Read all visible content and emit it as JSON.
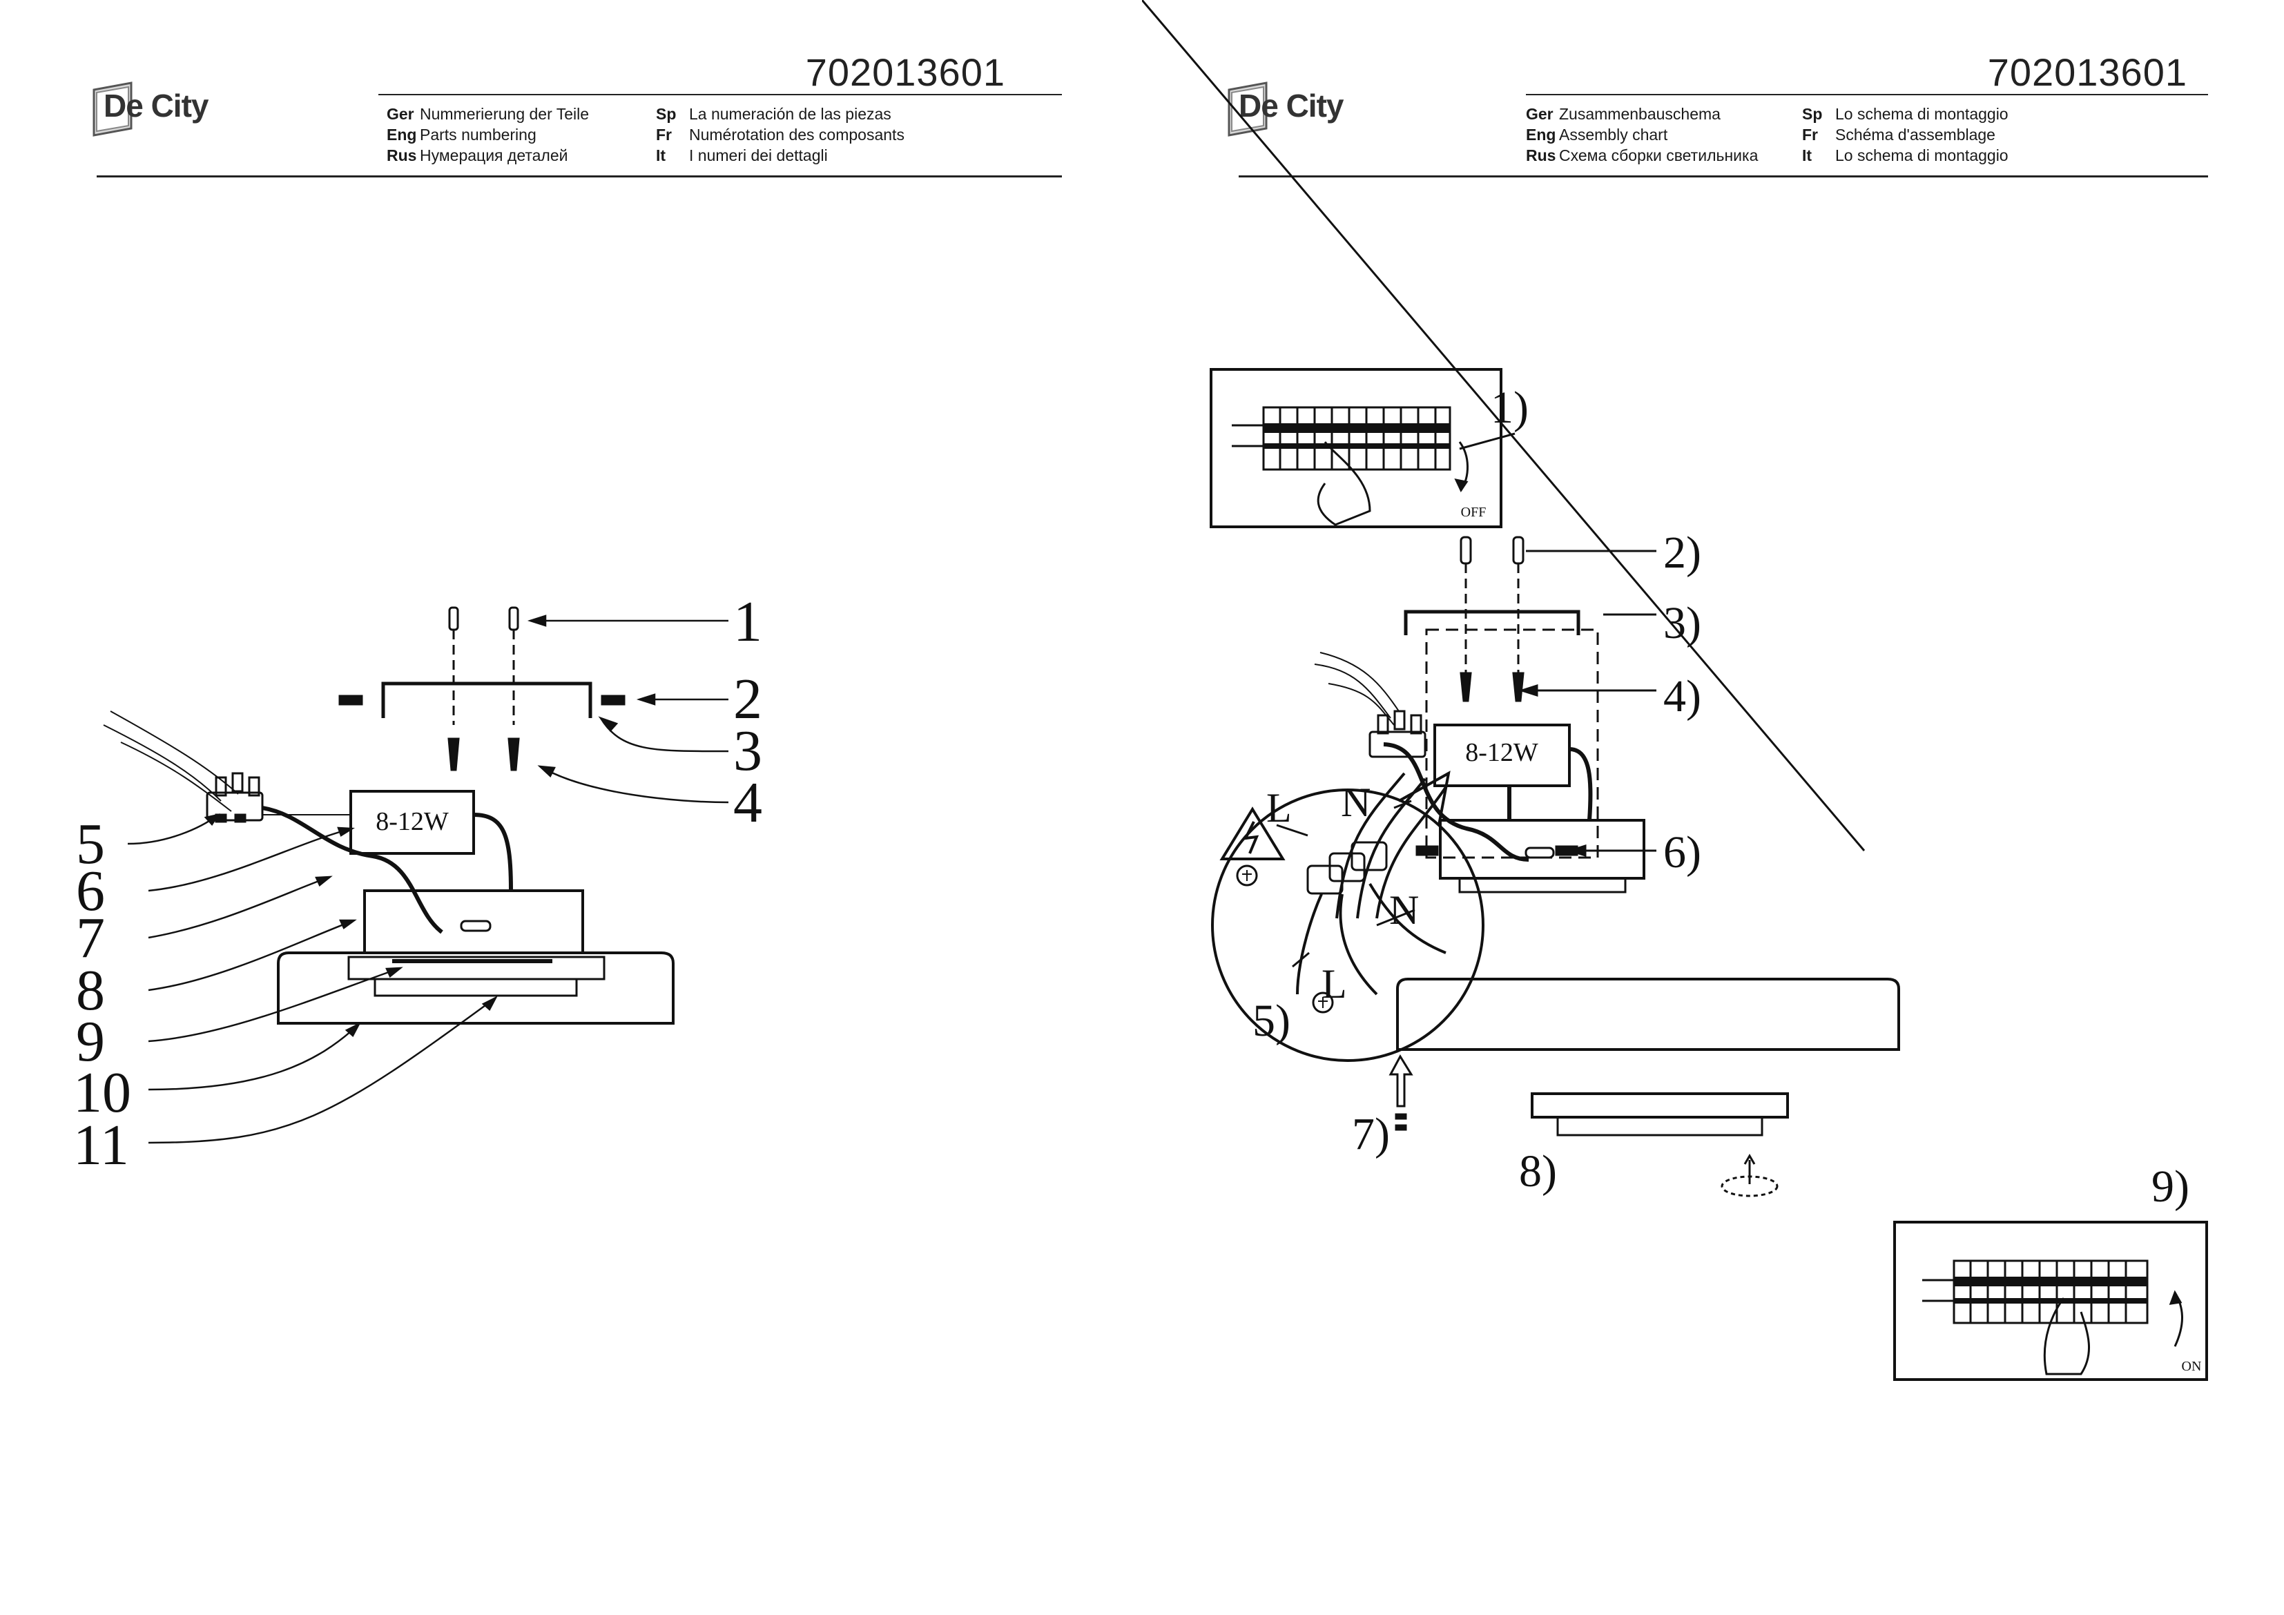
{
  "brand": {
    "name": "De City"
  },
  "left_page": {
    "code": "702013601",
    "header": [
      {
        "lang": "Ger",
        "text": "Nummerierung der Teile"
      },
      {
        "lang": "Eng",
        "text": "Parts numbering"
      },
      {
        "lang": "Rus",
        "text": "Нумерация деталей"
      },
      {
        "lang": "Sp",
        "text": "La numeración de las piezas"
      },
      {
        "lang": "Fr",
        "text": "Numérotation des composants"
      },
      {
        "lang": "It",
        "text": "I numeri dei dettagli"
      }
    ],
    "driver_label": "8-12W",
    "part_numbers": [
      "1",
      "2",
      "3",
      "4",
      "5",
      "6",
      "7",
      "8",
      "9",
      "10",
      "11"
    ]
  },
  "right_page": {
    "code": "702013601",
    "header": [
      {
        "lang": "Ger",
        "text": "Zusammenbauschema"
      },
      {
        "lang": "Eng",
        "text": "Assembly chart"
      },
      {
        "lang": "Rus",
        "text": "Схема сборки светильника"
      },
      {
        "lang": "Sp",
        "text": "Lo schema di montaggio"
      },
      {
        "lang": "Fr",
        "text": "Schéma d'assemblage"
      },
      {
        "lang": "It",
        "text": "Lo schema di montaggio"
      }
    ],
    "driver_label": "8-12W",
    "steps": [
      "1)",
      "2)",
      "3)",
      "4)",
      "5)",
      "6)",
      "7)",
      "8)",
      "9)"
    ],
    "switch_off_label": "OFF",
    "switch_on_label": "ON",
    "wire_labels": {
      "live": "L",
      "neutral": "N"
    }
  }
}
